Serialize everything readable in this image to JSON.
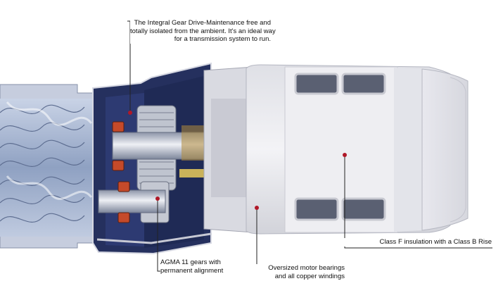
{
  "callouts": {
    "gear_drive": {
      "lines": [
        "The Integral Gear Drive-Maintenance free and",
        "totally isolated from the ambient. It's an ideal way",
        "for a transmission system to run."
      ]
    },
    "insulation": {
      "lines": [
        "Class F insulation with a Class B Rise"
      ]
    },
    "agma_gears": {
      "lines": [
        "AGMA 11 gears with",
        "permanent alignment"
      ]
    },
    "motor_bearings": {
      "lines": [
        "Oversized motor bearings",
        "and all copper windings"
      ]
    }
  },
  "colors": {
    "marker_red": "#b01828",
    "housing_navy": "#25305e",
    "motor_body": "#e6e6ea",
    "rotor_blue": "#9fb0cc",
    "leader_line": "#222222"
  }
}
